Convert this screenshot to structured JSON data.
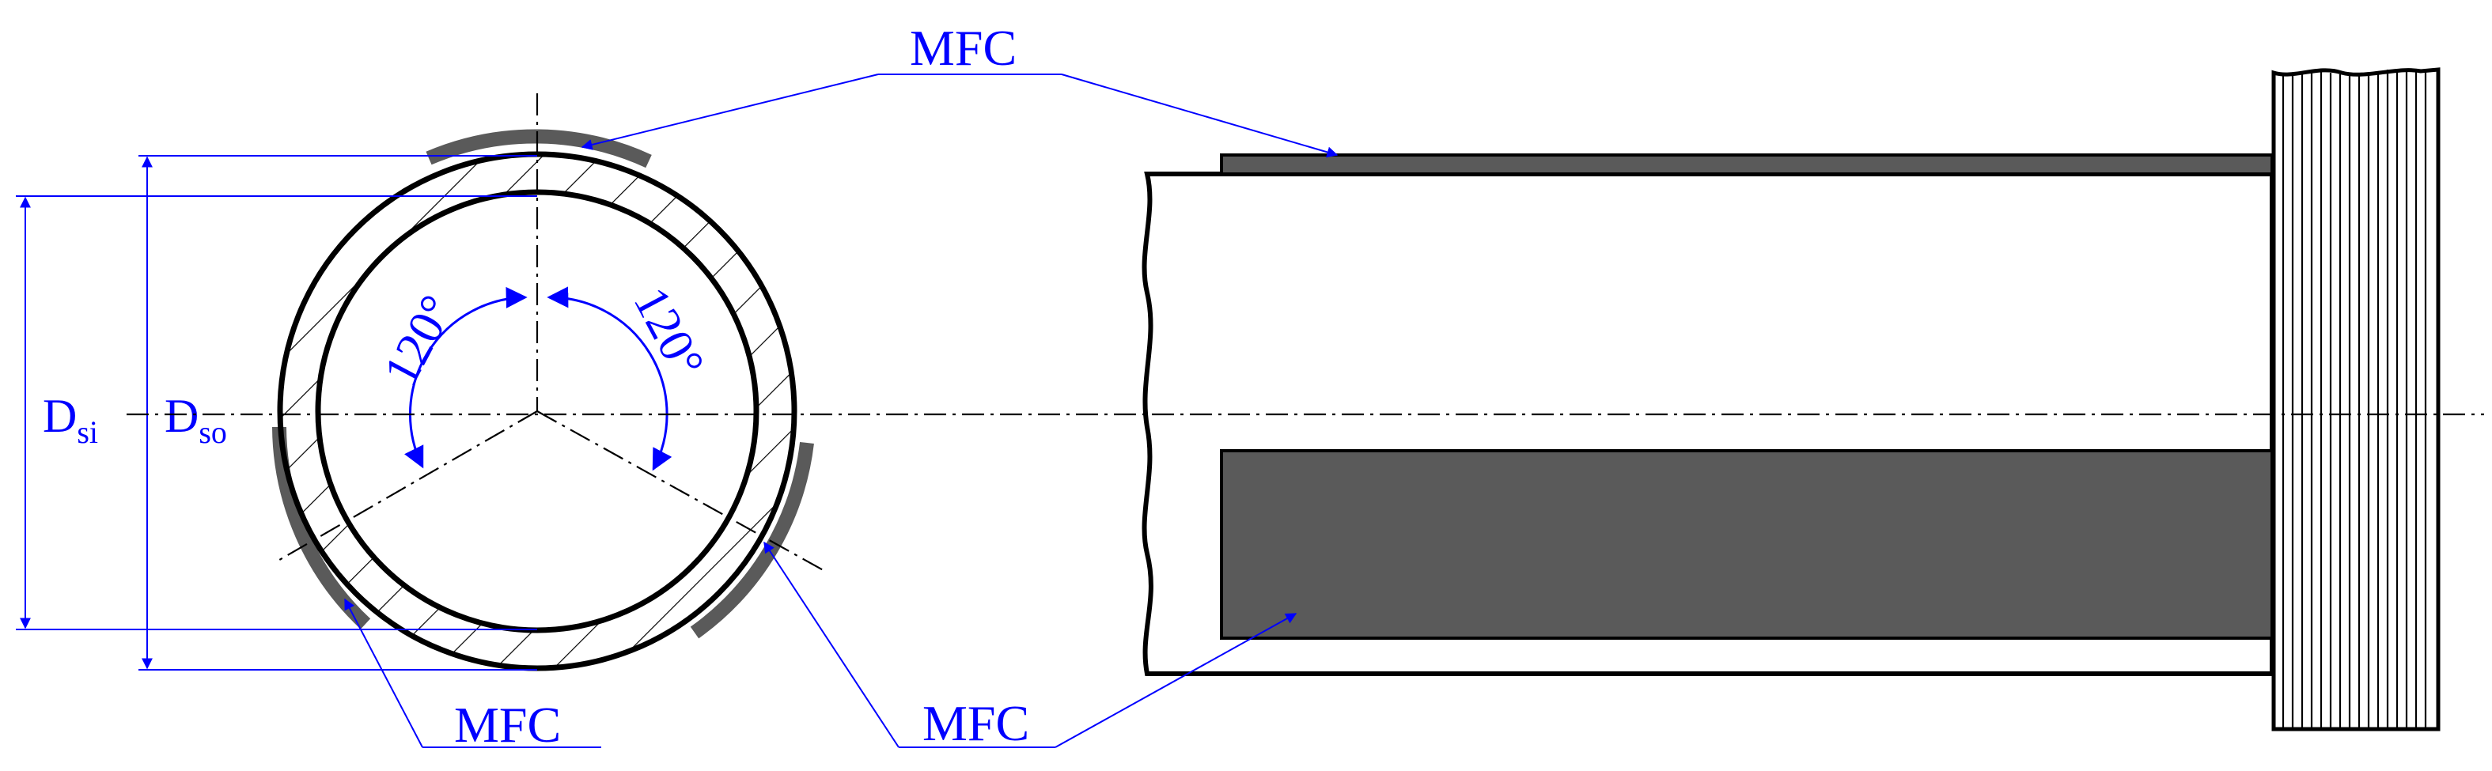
{
  "colors": {
    "annotation": "#0000ff",
    "outline": "#000000",
    "patch": "#5a5a5a",
    "background": "#ffffff"
  },
  "labels": {
    "mfc_top": "MFC",
    "mfc_bottom_left": "MFC",
    "mfc_bottom_right": "MFC"
  },
  "angles": {
    "left": "120°",
    "right": "120°"
  },
  "dimensions": {
    "inner_main": "D",
    "inner_sub": "si",
    "outer_main": "D",
    "outer_sub": "so"
  }
}
